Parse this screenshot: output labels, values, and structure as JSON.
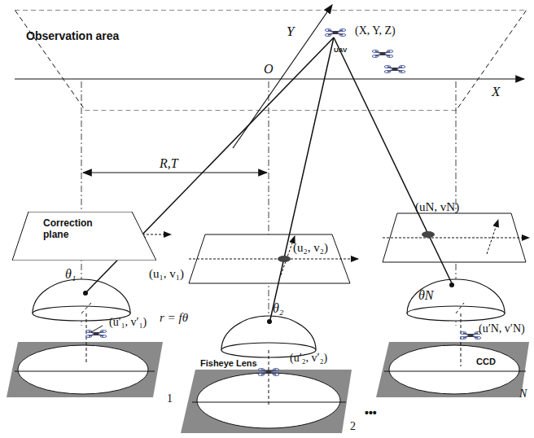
{
  "diagram": {
    "nodes": [
      {
        "text": [
          "Observation area"
        ]
      },
      {
        "text": [
          "Correction plane"
        ]
      }
    ],
    "labels": [
      "Y",
      "O",
      "X",
      "(X, Y, Z)",
      "UAV",
      "R,T",
      "(u₁, v₁)",
      "θ₁",
      "r = fθ",
      "(u₂, v₂)",
      "θ₂",
      "(uN, vN)",
      "θN",
      "(u′₁, v′₁)",
      "(u′₂, v′₂)",
      "(u′N, v′N)",
      "Fisheye Lens",
      "CCD",
      "1",
      "2",
      "N",
      "•••"
    ]
  }
}
